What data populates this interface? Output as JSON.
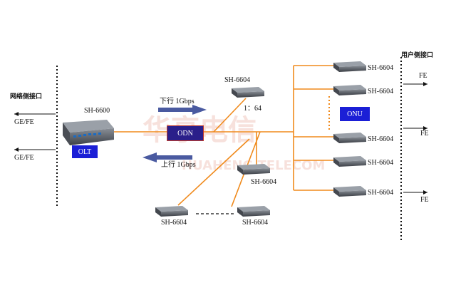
{
  "labels": {
    "network_side": "网络侧接口",
    "user_side": "用户侧接口",
    "ge_fe_top": "GE/FE",
    "ge_fe_bottom": "GE/FE",
    "olt_model": "SH-6600",
    "olt": "OLT",
    "downlink": "下行 1Gbps",
    "uplink": "上行 1Gbps",
    "odn": "ODN",
    "split_ratio": "1：64",
    "onu": "ONU",
    "fe": "FE"
  },
  "onu_models": {
    "top_center": "SH-6604",
    "mid_center": "SH-6604",
    "bottom_left": "SH-6604",
    "bottom_right": "SH-6604",
    "right_1": "SH-6604",
    "right_2": "SH-6604",
    "right_3": "SH-6604",
    "right_4": "SH-6604",
    "right_5": "SH-6604"
  },
  "watermark": {
    "cn": "华亨电信",
    "en": "HUAHENG TELECOM"
  },
  "colors": {
    "fiber": "#f08a1c",
    "olt_box": "#1b1fd6",
    "odn_box": "#2a1f8a",
    "arrow": "#4a5aa0"
  }
}
